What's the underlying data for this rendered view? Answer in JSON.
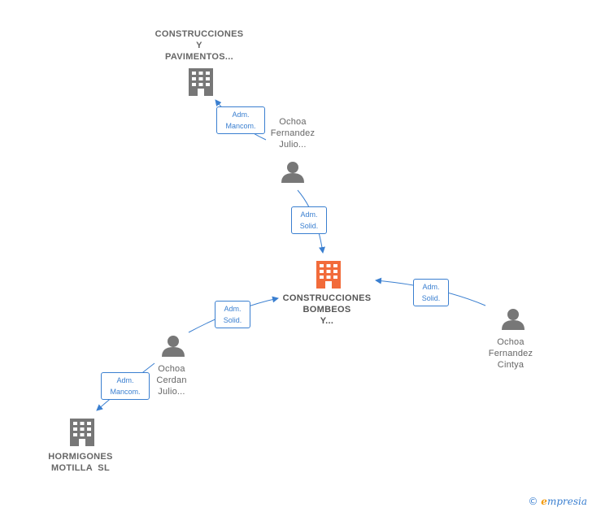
{
  "colors": {
    "edge": "#3a7fd0",
    "node": "#777777",
    "focus": "#f26b3a",
    "label": "#666666"
  },
  "nodes": {
    "focus": {
      "lines": [
        "CONSTRUCCIONES",
        "BOMBEOS",
        "Y..."
      ],
      "icon": "building-icon"
    },
    "company_top": {
      "lines": [
        "CONSTRUCCIONES",
        "Y",
        "PAVIMENTOS..."
      ],
      "icon": "building-icon"
    },
    "company_bottom": {
      "lines": [
        "HORMIGONES",
        "MOTILLA  SL"
      ],
      "icon": "building-icon"
    },
    "person_julio_fernandez": {
      "lines": [
        "Ochoa",
        "Fernandez",
        "Julio..."
      ],
      "icon": "person-icon"
    },
    "person_julio_cerdan": {
      "lines": [
        "Ochoa",
        "Cerdan",
        "Julio..."
      ],
      "icon": "person-icon"
    },
    "person_cintya": {
      "lines": [
        "Ochoa",
        "Fernandez",
        "Cintya"
      ],
      "icon": "person-icon"
    }
  },
  "edges": {
    "e1": {
      "lines": [
        "Adm.",
        "Mancom."
      ]
    },
    "e2": {
      "lines": [
        "Adm.",
        "Solid."
      ]
    },
    "e3": {
      "lines": [
        "Adm.",
        "Solid."
      ]
    },
    "e4": {
      "lines": [
        "Adm.",
        "Solid."
      ]
    },
    "e5": {
      "lines": [
        "Adm.",
        "Mancom."
      ]
    }
  },
  "brand": {
    "copyright": "©",
    "first": "e",
    "rest": "mpresia"
  }
}
